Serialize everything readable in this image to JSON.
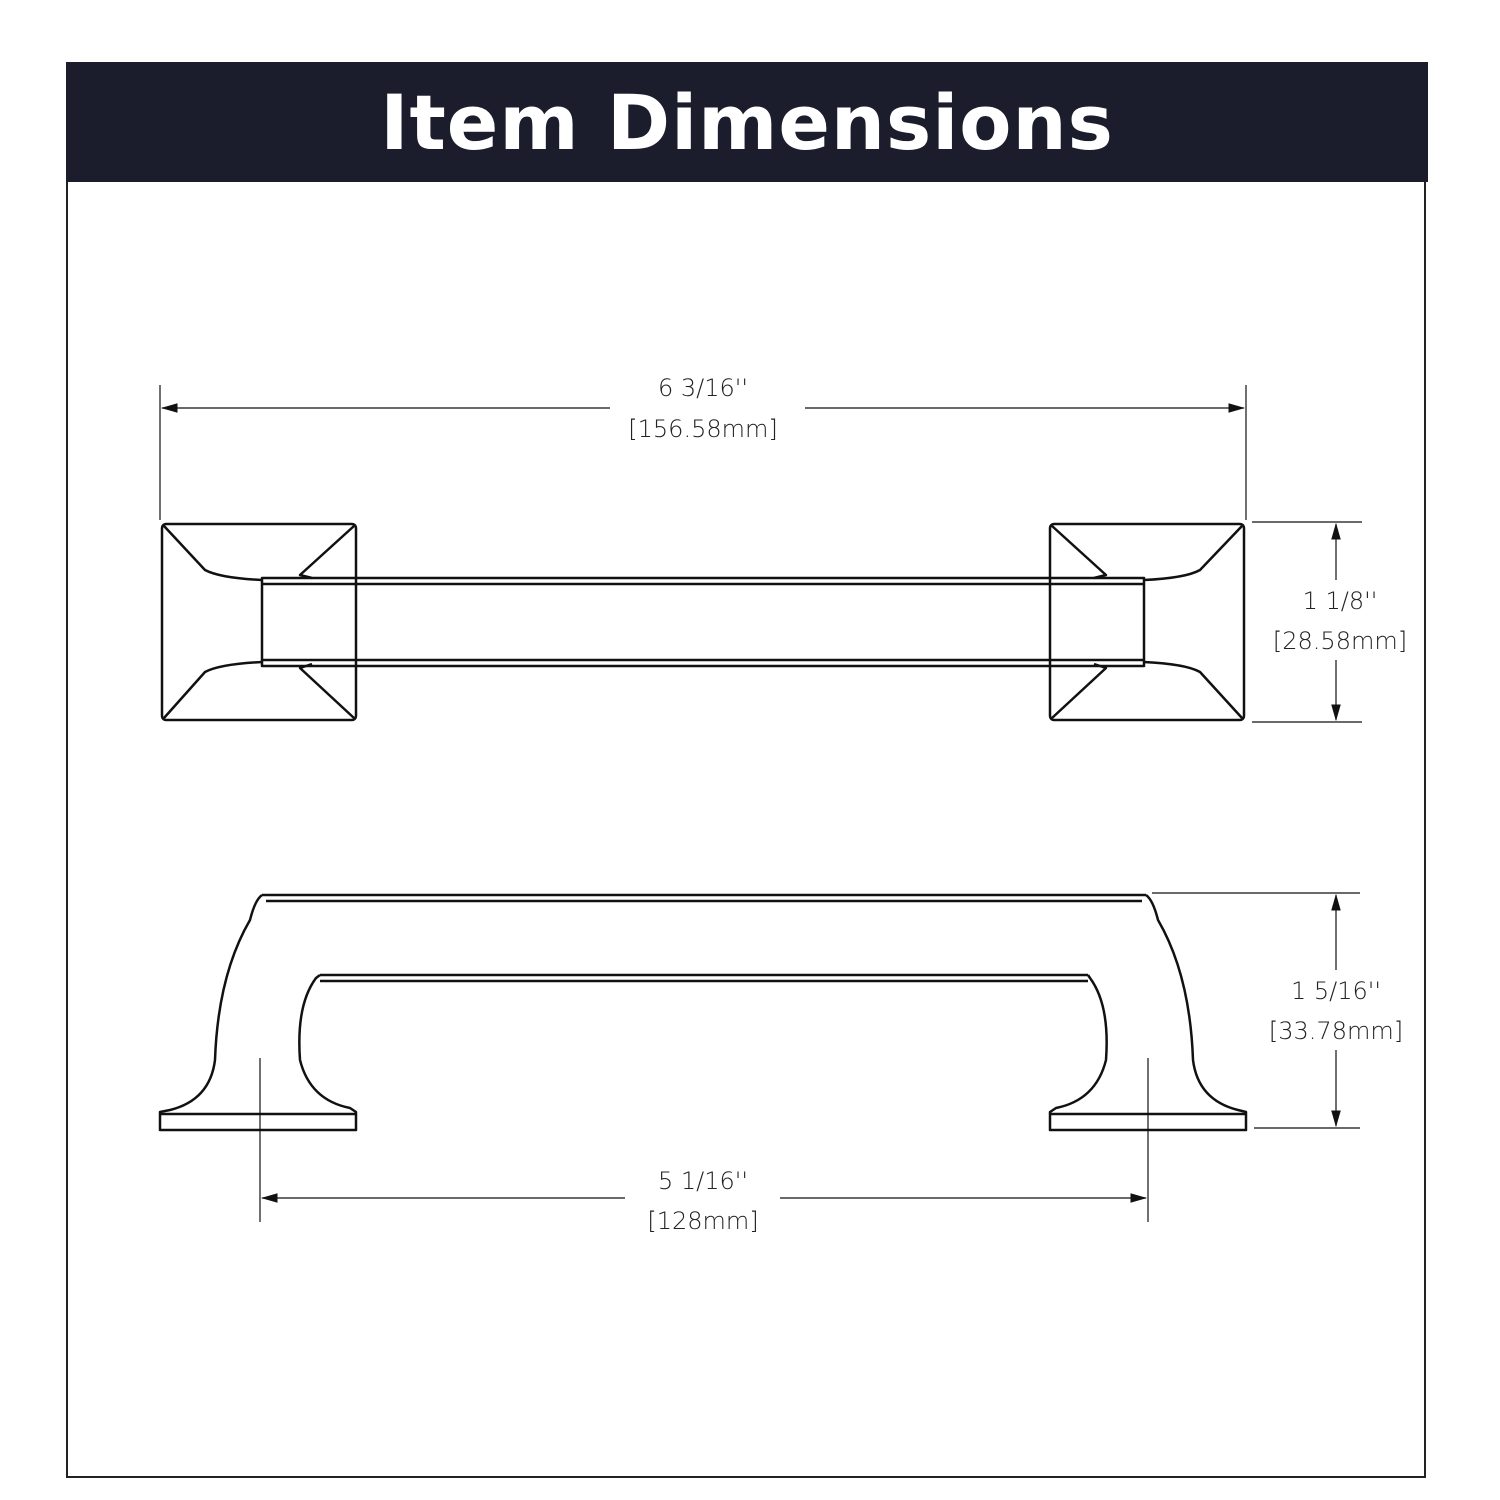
{
  "header": {
    "title": "Item Dimensions"
  },
  "dimensions": {
    "overall_length": {
      "imperial": "6 3/16''",
      "metric": "[156.58mm]"
    },
    "width": {
      "imperial": "1 1/8''",
      "metric": "[28.58mm]"
    },
    "projection": {
      "imperial": "1 5/16''",
      "metric": "[33.78mm]"
    },
    "center_to_center": {
      "imperial": "5 1/16''",
      "metric": "[128mm]"
    }
  },
  "colors": {
    "header_bg": "#1b1c2c",
    "line": "#111111"
  }
}
